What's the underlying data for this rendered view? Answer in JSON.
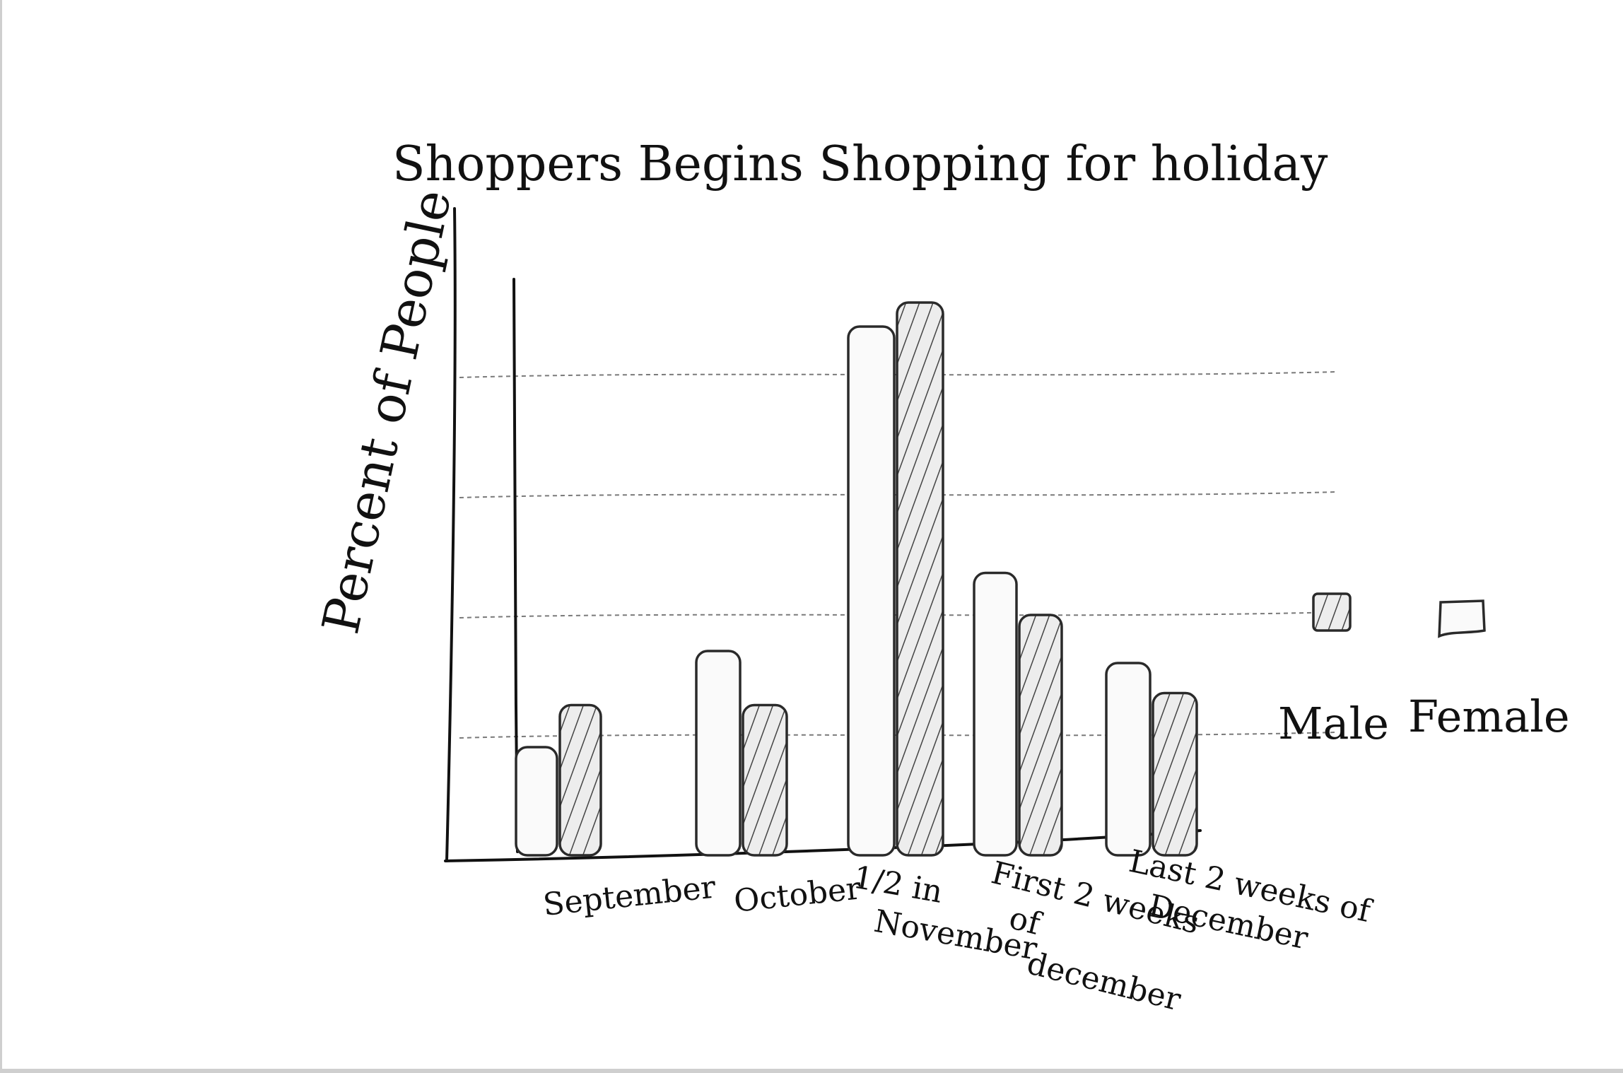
{
  "chart_data": {
    "type": "bar",
    "title": "Shoppers Begins Shopping for holiday",
    "ylabel": "Percent of People",
    "xlabel": "",
    "categories": [
      [
        "September"
      ],
      [
        "October"
      ],
      [
        "1/2 in",
        "November"
      ],
      [
        "First 2 weeks",
        "of",
        "december"
      ],
      [
        "Last 2 weeks of",
        "December"
      ]
    ],
    "series": [
      {
        "name": "Female",
        "values": [
          18,
          34,
          88,
          47,
          32
        ]
      },
      {
        "name": "Male",
        "values": [
          25,
          25,
          92,
          40,
          27
        ]
      }
    ],
    "ylim": [
      0,
      100
    ],
    "grid": true,
    "legend": "right",
    "colors": {
      "Male": "#3a3a3a",
      "Female": "#fafafa"
    }
  }
}
